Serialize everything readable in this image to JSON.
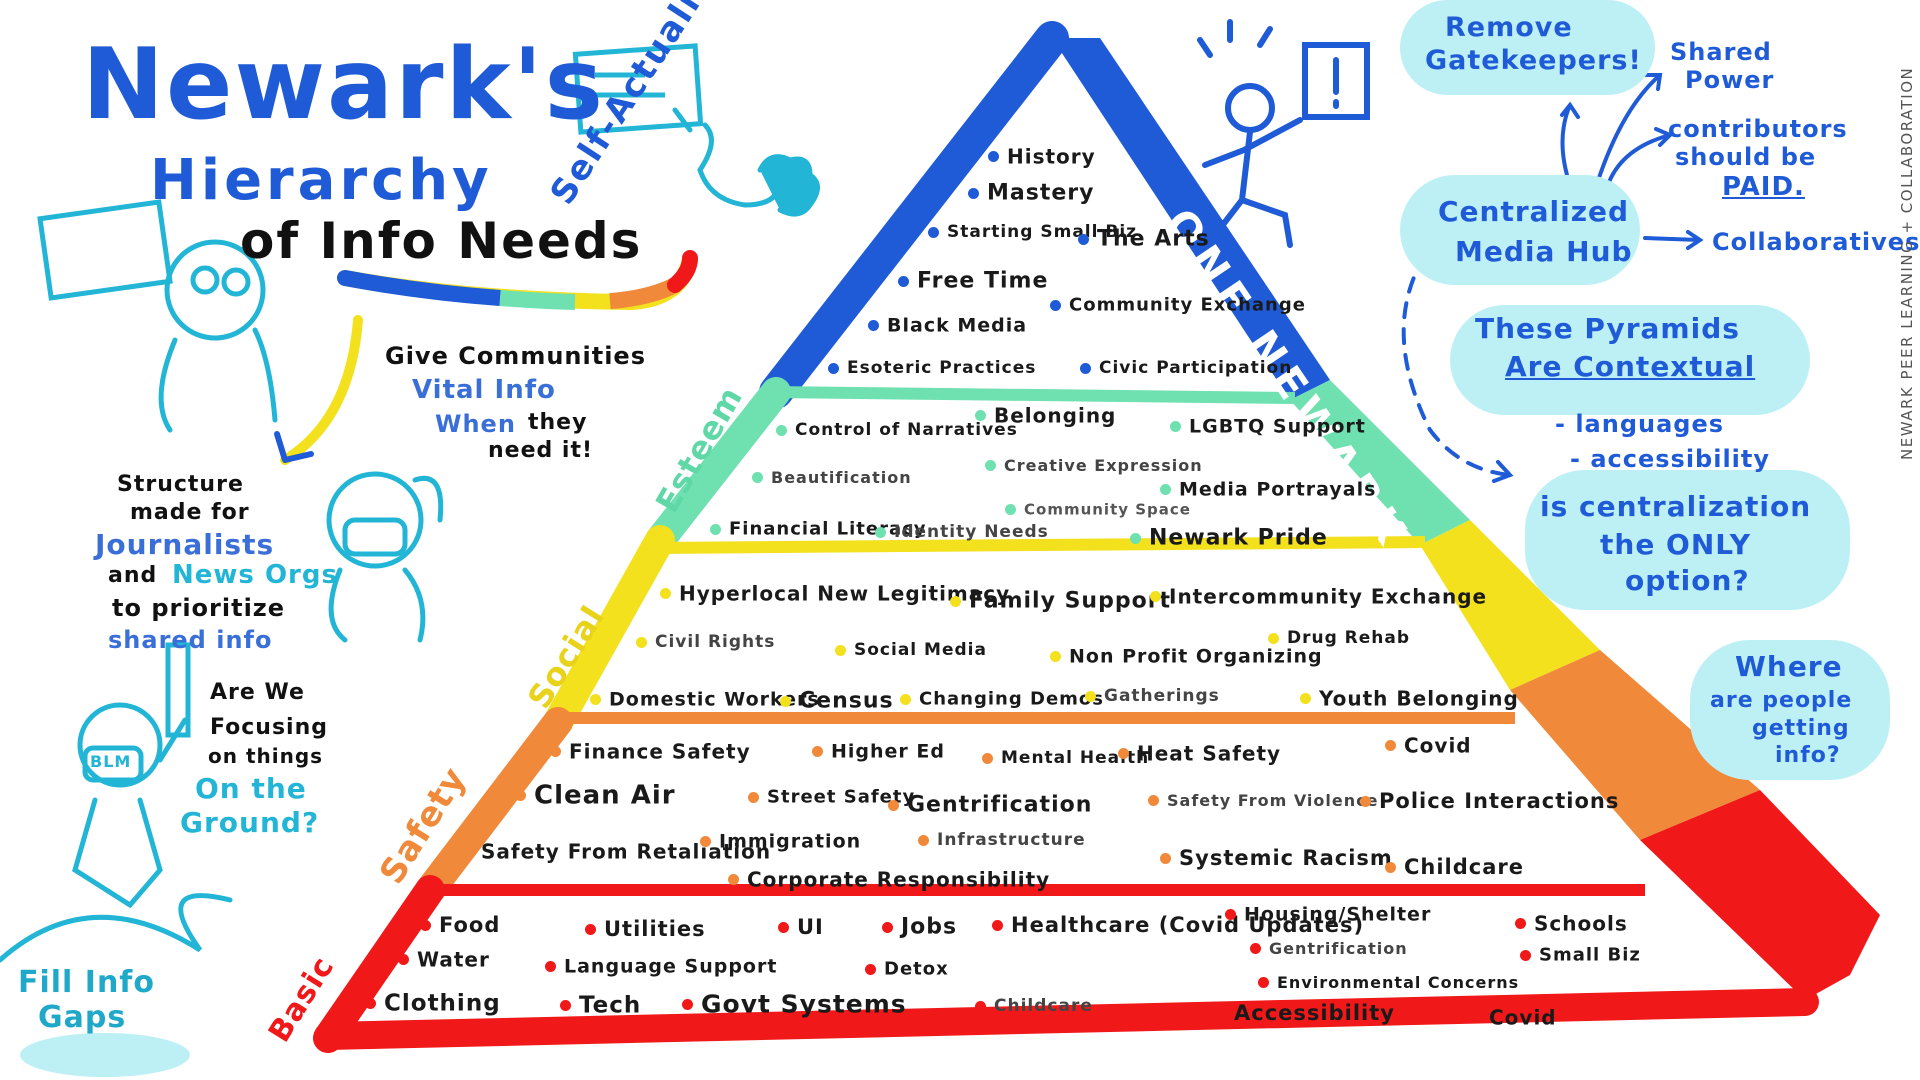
{
  "title": {
    "line1": "Newark's",
    "line2": "Hierarchy",
    "line3": "of Info Needs"
  },
  "side_credit": "NEWARK PEER LEARNING + COLLABORATION",
  "left_notes": {
    "vital_info": {
      "line1": "Give Communities",
      "line2": "Vital Info",
      "line3": "When",
      "line3b": "they",
      "line4": "need it!"
    },
    "structure": {
      "line1": "Structure",
      "line2": "made for",
      "line3": "Journalists",
      "line4a": "and",
      "line4b": "News Orgs",
      "line5": "to prioritize",
      "line6": "shared info"
    },
    "ground": {
      "line1": "Are We",
      "line2": "Focusing",
      "line3": "on things",
      "line4": "On the",
      "line5": "Ground?"
    },
    "sign_text": "BLM",
    "fill_gaps": {
      "line1": "Fill Info",
      "line2": "Gaps"
    }
  },
  "right_notes": {
    "gatekeepers": {
      "line1": "Remove",
      "line2": "Gatekeepers!"
    },
    "shared_power": {
      "line1": "Shared",
      "line2": "Power"
    },
    "contributors": {
      "line1": "contributors",
      "line2": "should be",
      "line3": "PAID."
    },
    "media_hub": {
      "line1": "Centralized",
      "line2": "Media Hub"
    },
    "collaboratives": "Collaboratives",
    "contextual": {
      "line1": "These Pyramids",
      "line2": "Are Contextual",
      "line3": "- languages",
      "line4": "- accessibility"
    },
    "centralization": {
      "line1": "is centralization",
      "line2": "the ONLY",
      "line3": "option?"
    },
    "where": {
      "line1": "Where",
      "line2": "are people",
      "line3": "getting",
      "line4": "info?"
    }
  },
  "one_newark": "ONE NEWARK",
  "levels": {
    "self_actualization": {
      "label": "Self-Actualization",
      "color": "#1f5bd6",
      "items": [
        "History",
        "Mastery",
        "Starting Small Biz",
        "The Arts",
        "Free Time",
        "Community Exchange",
        "Black Media",
        "Esoteric Practices",
        "Civic Participation"
      ]
    },
    "esteem": {
      "label": "Esteem",
      "color": "#6fe0b0",
      "items": [
        "Control of Narratives",
        "Belonging",
        "LGBTQ Support",
        "Beautification",
        "Creative Expression",
        "Media Portrayals",
        "Community Space",
        "Financial Literacy",
        "Identity Needs",
        "Newark Pride"
      ]
    },
    "social": {
      "label": "Social",
      "color": "#f2e11c",
      "items": [
        "Hyperlocal New Legitimacy",
        "Family Support",
        "Intercommunity Exchange",
        "Civil Rights",
        "Social Media",
        "Non Profit Organizing",
        "Drug Rehab",
        "Domestic Workers",
        "Census",
        "Changing Demos",
        "Gatherings",
        "Youth Belonging"
      ]
    },
    "safety": {
      "label": "Safety",
      "color": "#f0893a",
      "items": [
        "Finance Safety",
        "Higher Ed",
        "Mental Health",
        "Heat Safety",
        "Covid",
        "Clean Air",
        "Street Safety",
        "Gentrification",
        "Safety From Violence",
        "Police Interactions",
        "Safety From Retaliation",
        "Immigration",
        "Infrastructure",
        "Systemic Racism",
        "Childcare",
        "Corporate Responsibility"
      ]
    },
    "basic": {
      "label": "Basic",
      "color": "#f01818",
      "items": [
        "Food",
        "Utilities",
        "UI",
        "Jobs",
        "Healthcare (Covid Updates)",
        "Housing/Shelter",
        "Schools",
        "Water",
        "Language Support",
        "Detox",
        "Gentrification",
        "Small Biz",
        "Environmental Concerns",
        "Clothing",
        "Tech",
        "Govt Systems",
        "Childcare",
        "Accessibility",
        "Covid"
      ]
    }
  },
  "colors": {
    "blue_ink": "#1f5bd6",
    "cyan_ink": "#22b5d6",
    "cloud": "#bdf0f5",
    "mint": "#6fe0b0",
    "yellow": "#f2e11c",
    "orange": "#f0893a",
    "red": "#f01818"
  }
}
